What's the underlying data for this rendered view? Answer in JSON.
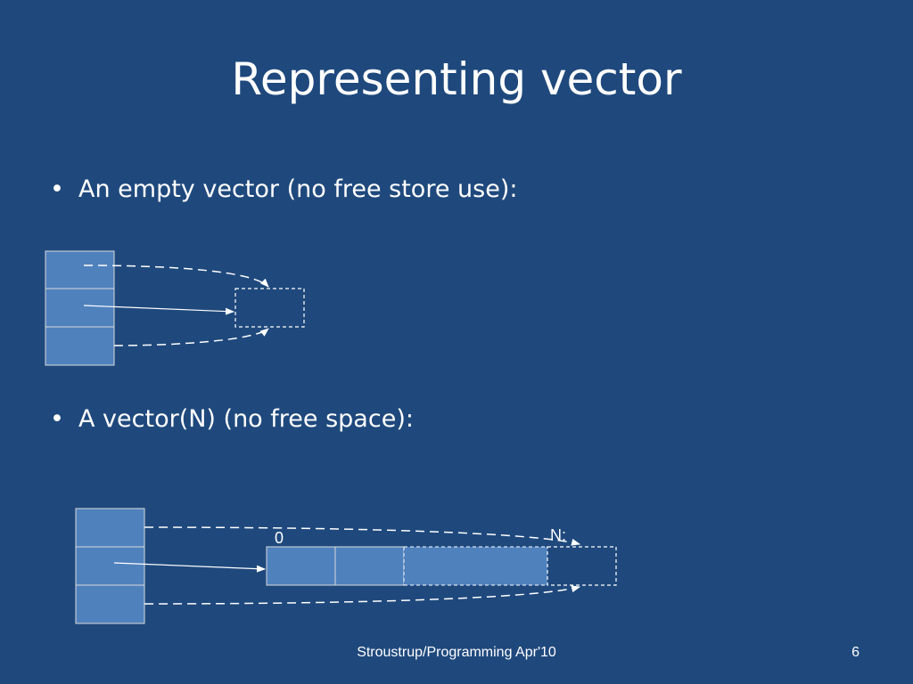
{
  "slide": {
    "title": "Representing vector",
    "bullets": [
      "An empty vector (no free store use):",
      "A vector(N) (no free space):"
    ],
    "bullet_symbol": "•",
    "footer": "Stroustrup/Programming Apr'10",
    "page_number": "6"
  },
  "diagram": {
    "label_start": "0",
    "label_end": "N:"
  },
  "colors": {
    "background": "#1f497d",
    "cell_fill": "#4f81bd",
    "line": "#ffffff"
  }
}
